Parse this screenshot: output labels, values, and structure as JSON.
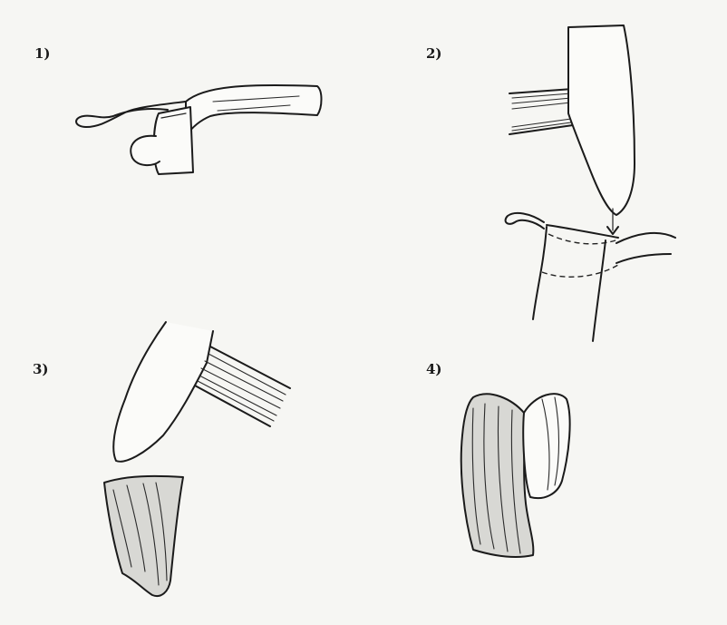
{
  "steps": [
    {
      "label": "1)"
    },
    {
      "label": "2)"
    },
    {
      "label": "3)"
    },
    {
      "label": "4)"
    }
  ],
  "colors": {
    "ink": "#1b1b1b",
    "paper": "#f6f6f3"
  }
}
